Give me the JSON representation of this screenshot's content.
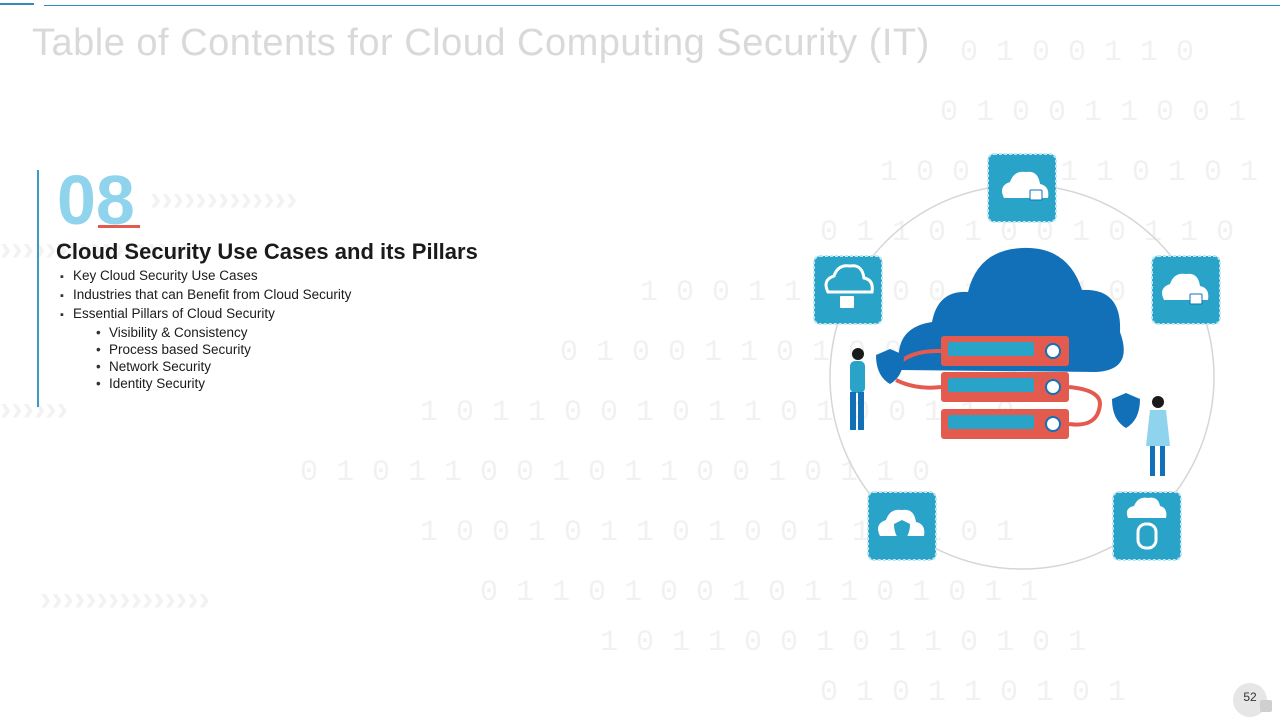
{
  "slide": {
    "title": "Table of Contents for Cloud Computing Security (IT)",
    "section_number": "08",
    "section_heading": "Cloud Security Use Cases and its Pillars",
    "items": [
      {
        "label": "Key Cloud Security Use Cases",
        "level": 1
      },
      {
        "label": "Industries that can Benefit from Cloud Security",
        "level": 1
      },
      {
        "label": "Essential Pillars of Cloud Security",
        "level": 1
      },
      {
        "label": "Visibility & Consistency",
        "level": 2
      },
      {
        "label": "Process based Security",
        "level": 2
      },
      {
        "label": "Network Security",
        "level": 2
      },
      {
        "label": "Identity Security",
        "level": 2
      }
    ],
    "page_number": "52"
  },
  "illustration": {
    "icons": [
      "cloud-lock-icon",
      "cloud-unlock-icon",
      "cloud-padlock-icon",
      "cloud-shield-icon",
      "cloud-user-lock-icon",
      "server-rack-icon",
      "shield-icon"
    ]
  },
  "colors": {
    "accent_blue": "#2d8fb8",
    "number_blue": "#8fd4ec",
    "accent_red": "#e35b4f",
    "cloud_blue": "#1270b8",
    "icon_tile": "#2aa3c9",
    "server_red": "#e35b4f"
  }
}
